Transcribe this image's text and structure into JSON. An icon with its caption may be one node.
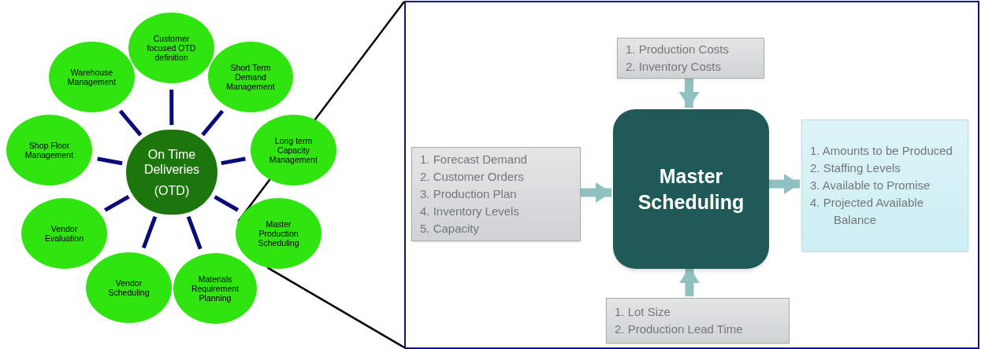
{
  "diagram": {
    "nodes": [
      {
        "text": [
          "On Time Deliveries",
          "(OTD)"
        ]
      },
      {
        "text": [
          "Customer focused OTD definition"
        ]
      },
      {
        "text": [
          "Short Term Demand Management"
        ]
      },
      {
        "text": [
          "Long term Capacity Management"
        ]
      },
      {
        "text": [
          "Master Production Scheduling"
        ]
      },
      {
        "text": [
          "Materials Requirement Planning"
        ]
      },
      {
        "text": [
          "Vendor Scheduling"
        ]
      },
      {
        "text": [
          "Vendor Evaluation"
        ]
      },
      {
        "text": [
          "Shop Floor Management"
        ]
      },
      {
        "text": [
          "Warehouse Management"
        ]
      },
      {
        "text": [],
        "shape": "box"
      },
      {
        "text": [
          "Master Scheduling"
        ],
        "in": 10
      },
      {
        "text": [
          "1. Production Costs",
          "2. Inventory Costs"
        ],
        "in": 10
      },
      {
        "text": [
          "1. Forecast Demand",
          "2. Customer Orders",
          "3. Production Plan",
          "4. Inventory Levels",
          "5. Capacity"
        ],
        "in": 10
      },
      {
        "text": [
          "1. Amounts to be Produced",
          "2. Staffing Levels",
          "3. Available to Promise",
          "4. Projected Available Balance"
        ],
        "in": 10
      },
      {
        "text": [
          "1. Lot Size",
          "2. Production Lead Time"
        ],
        "in": 10
      }
    ],
    "edges": [
      {
        "from": 0,
        "to": 1,
        "arrow": "none"
      },
      {
        "from": 0,
        "to": 2,
        "arrow": "none"
      },
      {
        "from": 0,
        "to": 3,
        "arrow": "none"
      },
      {
        "from": 0,
        "to": 4,
        "arrow": "none"
      },
      {
        "from": 0,
        "to": 5,
        "arrow": "none"
      },
      {
        "from": 0,
        "to": 6,
        "arrow": "none"
      },
      {
        "from": 0,
        "to": 7,
        "arrow": "none"
      },
      {
        "from": 0,
        "to": 8,
        "arrow": "none"
      },
      {
        "from": 0,
        "to": 9,
        "arrow": "none"
      },
      {
        "from": 4,
        "to": 10,
        "arrow": "none",
        "color": "#000000"
      },
      {
        "from": 4,
        "to": 10,
        "arrow": "none",
        "color": "#000000"
      },
      {
        "from": 12,
        "to": 11,
        "arrow": "to",
        "style": "thick",
        "color": "#8fc1c1"
      },
      {
        "from": 13,
        "to": 11,
        "arrow": "to",
        "style": "thick",
        "color": "#8fc1c1"
      },
      {
        "from": 11,
        "to": 14,
        "arrow": "to",
        "style": "thick",
        "color": "#8fc1c1"
      },
      {
        "from": 15,
        "to": 11,
        "arrow": "to",
        "style": "thick",
        "color": "#8fc1c1"
      }
    ]
  }
}
